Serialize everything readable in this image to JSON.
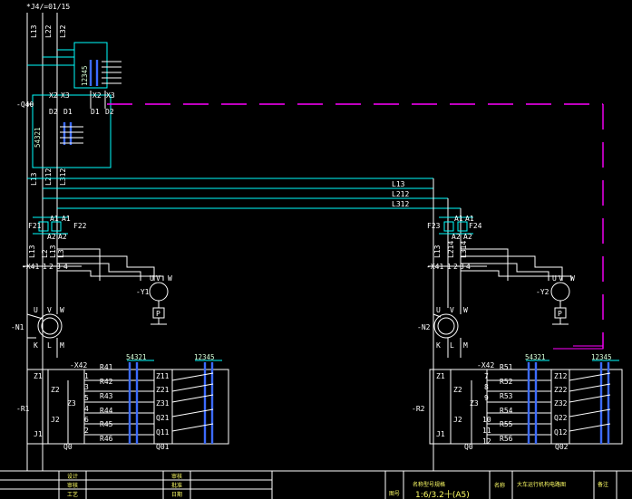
{
  "header": {
    "ref": "*J4/=01/15"
  },
  "wires_top": [
    "L13",
    "L22",
    "L32"
  ],
  "terminal_top": {
    "digits": "12345"
  },
  "switch_q40": {
    "label": "-Q40",
    "x2a": "X2",
    "x3a": "X3",
    "x2b": "X2",
    "x3b": "X3",
    "d2a": "D2",
    "d1a": "D1",
    "d1b": "D1",
    "d2b": "D2",
    "digits": "54321"
  },
  "wires_mid": [
    "L13",
    "L212",
    "L312"
  ],
  "bus": [
    "L13",
    "L212",
    "L312"
  ],
  "left": {
    "fuse1": "F21",
    "fuse2": "F22",
    "a1a": "A1",
    "a1b": "A1",
    "a2a": "A2",
    "a2b": "A2",
    "wires": [
      "L13",
      "L2",
      "L13",
      "L3"
    ],
    "terminal": "-X41",
    "t1": "1",
    "t2": "2",
    "t3": "3",
    "t4": "4",
    "motor_small": "-Y1",
    "uvw_small": [
      "U",
      "V",
      "W"
    ],
    "p": "P",
    "motor_main": "-N1",
    "uvw": [
      "U",
      "V",
      "W"
    ],
    "klm": [
      "K",
      "L",
      "M"
    ],
    "panel": "-X42",
    "resistor_label": "-R1",
    "z_left": [
      "Z1",
      "Z2",
      "Z3"
    ],
    "z_right": [
      "Z11",
      "Z21",
      "Z31",
      "Q21",
      "Q11"
    ],
    "pins": [
      "1",
      "3",
      "5",
      "4",
      "6",
      "2"
    ],
    "rs": [
      "R41",
      "R42",
      "R43",
      "R44",
      "R45",
      "R46"
    ],
    "digits_l": "54321",
    "digits_r": "12345",
    "j1": "J1",
    "j2": "J2",
    "q0": "Q0",
    "q01": "Q01"
  },
  "right": {
    "fuse1": "F23",
    "fuse2": "F24",
    "a1a": "A1",
    "a1b": "A1",
    "a2a": "A2",
    "a2b": "A2",
    "wires": [
      "L13",
      "L214",
      "L314",
      ""
    ],
    "terminal": "-X41",
    "t1": "1",
    "t2": "2",
    "t3": "3",
    "t4": "4",
    "motor_small": "-Y2",
    "uvw_small": [
      "U",
      "V",
      "W"
    ],
    "p": "P",
    "motor_main": "-N2",
    "uvw": [
      "U",
      "V",
      "W"
    ],
    "klm": [
      "K",
      "L",
      "M"
    ],
    "panel": "-X42",
    "resistor_label": "-R2",
    "z_left": [
      "Z1",
      "Z2",
      "Z3"
    ],
    "z_right": [
      "Z12",
      "Z22",
      "Z32",
      "Q22",
      "Q12"
    ],
    "pins": [
      "7",
      "8",
      "9",
      "10",
      "11",
      "12"
    ],
    "rs": [
      "R51",
      "R52",
      "R53",
      "R54",
      "R55",
      "R56"
    ],
    "digits_l": "54321",
    "digits_r": "12345",
    "j1": "J1",
    "j2": "J2",
    "q0": "Q0",
    "q01": "Q02"
  },
  "title_block": {
    "r1": [
      "设计",
      "审核"
    ],
    "r2": [
      "审核",
      "批准"
    ],
    "r3": [
      "工艺",
      "日期"
    ],
    "c1": "图号",
    "name_label": "名称型号规格",
    "scale": "1:6/3.2十(A5)",
    "c2": "名称",
    "title": "大车运行机构电路图",
    "c3": "备注"
  },
  "colors": {
    "wire": "#ffffff",
    "cyan": "#00ffff",
    "green": "#00ff66",
    "magenta": "#ff00ff",
    "blue": "#3c6bff"
  }
}
